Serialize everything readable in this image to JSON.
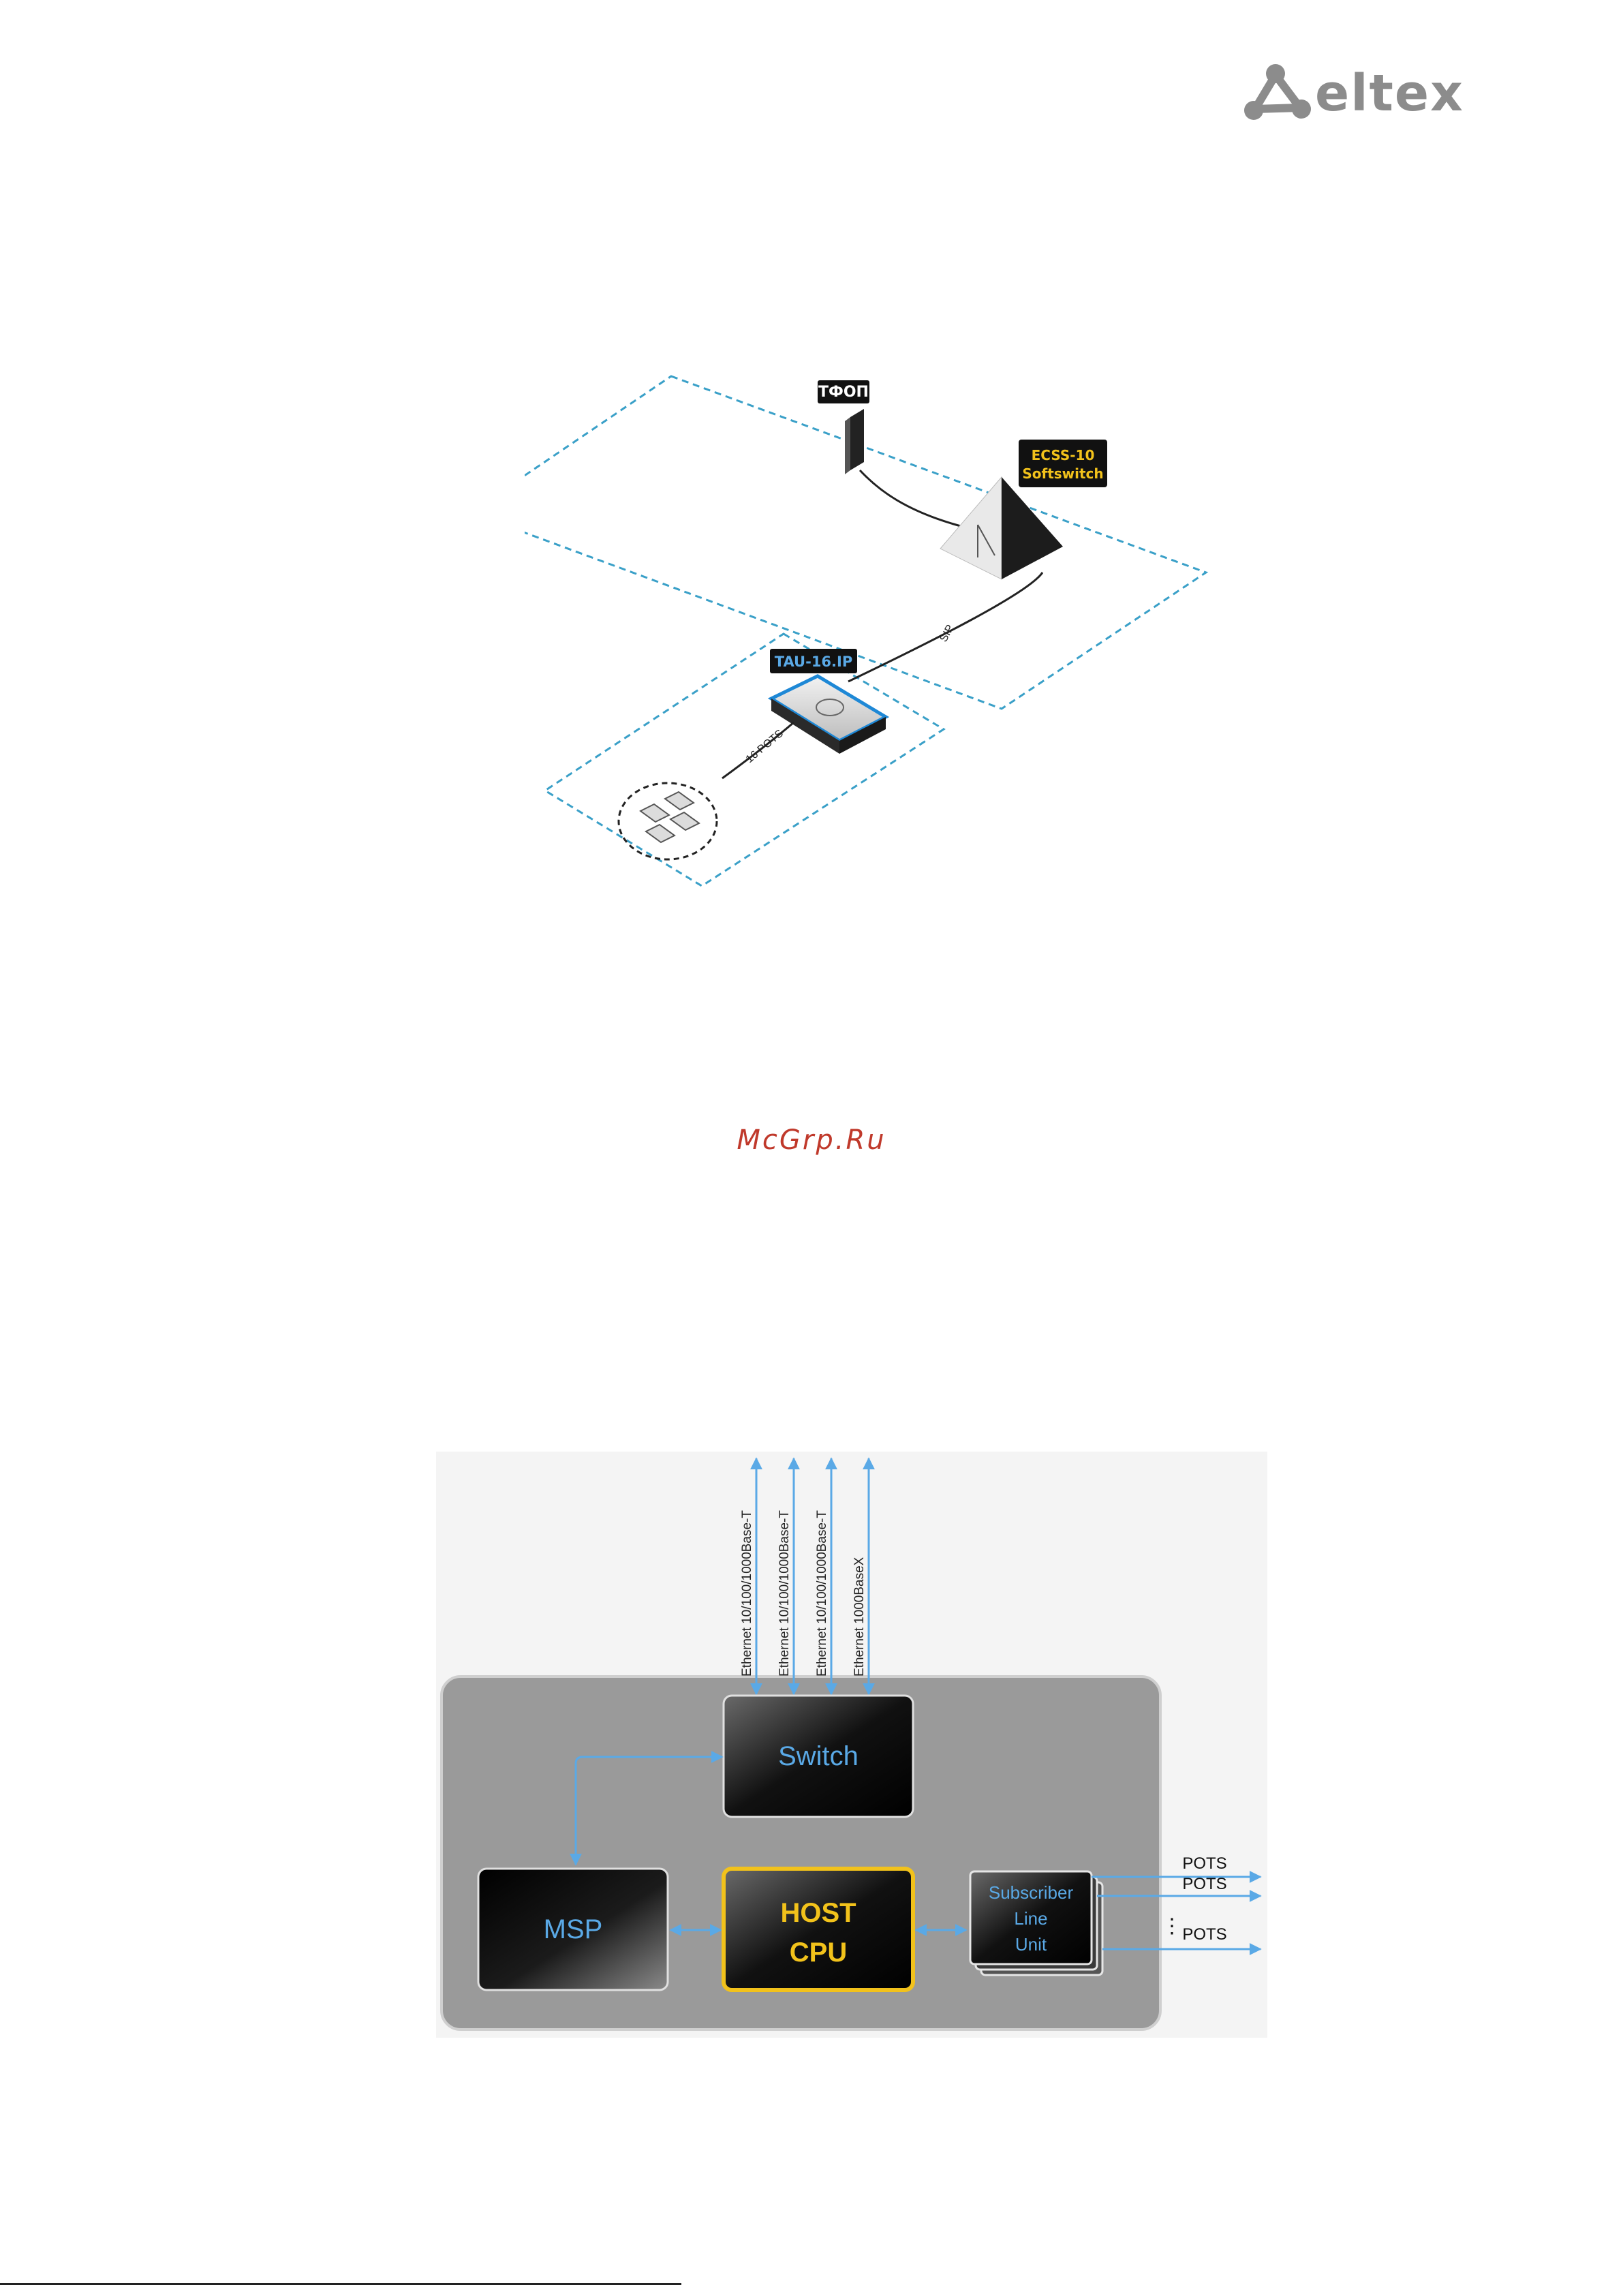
{
  "brand": {
    "logo_text": "eltex"
  },
  "watermark": "McGrp.Ru",
  "network_diagram": {
    "pstn_label": "ТФОП",
    "softswitch_label_line1": "ECSS-10",
    "softswitch_label_line2": "Softswitch",
    "device_label": "TAU-16.IP",
    "sip_link_label": "SIP",
    "pots_link_label": "16 POTS"
  },
  "block_diagram": {
    "ports": [
      "Ethernet 10/100/1000Base-T",
      "Ethernet 10/100/1000Base-T",
      "Ethernet 10/100/1000Base-T",
      "Ethernet 1000BaseX"
    ],
    "switch_label": "Switch",
    "msp_label": "MSP",
    "host_cpu_line1": "HOST",
    "host_cpu_line2": "CPU",
    "slu_line1": "Subscriber",
    "slu_line2": "Line",
    "slu_line3": "Unit",
    "pots_outputs": [
      "POTS",
      "POTS",
      "POTS"
    ],
    "ellipsis": "⋮",
    "colors": {
      "accent_blue": "#5aa9e6",
      "cpu_border": "#f2c21b",
      "frame_gray": "#9a9a9a"
    }
  }
}
